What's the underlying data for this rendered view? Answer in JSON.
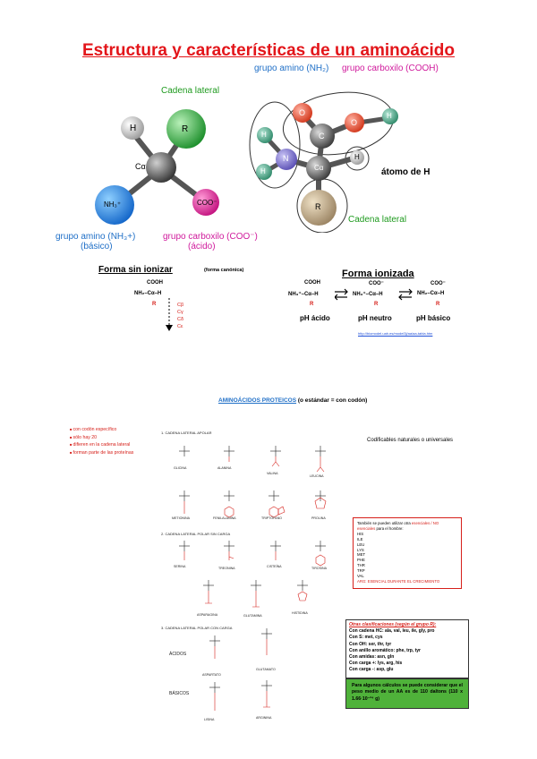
{
  "title": "Estructura y características de un aminoácido",
  "left_model": {
    "cadena_lateral": "Cadena lateral",
    "h": "H",
    "r": "R",
    "ca": "Cα",
    "nh3": "NH₃⁺",
    "coo": "COO⁻",
    "grupo_amino": "grupo amino (NH₃+)",
    "basico": "(básico)",
    "grupo_carboxilo": "grupo carboxilo (COO⁻)",
    "acido": "(ácido)"
  },
  "right_model": {
    "grupo_amino": "grupo amino (NH₂)",
    "grupo_carboxilo": "grupo carboxilo (COOH)",
    "atomo_h": "átomo de H",
    "cadena_lateral": "Cadena lateral",
    "o1": "O",
    "o2": "O",
    "h_oh": "H",
    "c": "C",
    "n": "N",
    "h_n1": "H",
    "h_n2": "H",
    "h_ca": "H",
    "ca": "Cα",
    "r": "R"
  },
  "forms": {
    "sin_ionizar": "Forma sin ionizar",
    "forma_canonica": "(forma canónica)",
    "ionizada": "Forma ionizada",
    "cooh": "COOH",
    "nh2_ca_h": "NH₂–Cα–H",
    "r": "R",
    "greek": [
      "Cβ",
      "Cγ",
      "Cδ",
      "Cε"
    ],
    "coo": "COO⁻",
    "nh3_ca_h": "NH₃⁺–Cα–H",
    "ph_acido": "pH ácido",
    "ph_neutro": "pH neutro",
    "ph_basico": "pH básico",
    "url": "http://biomodel.uah.es/model3j/aa/aa-tabla.htm"
  },
  "lower": {
    "heading": "AMINOÁCIDOS PROTEICOS",
    "heading_suffix": "(o estándar = con codón)",
    "codificables": "Codificables naturales o universales",
    "bullets": [
      "con codón específico",
      "sólo hay 20",
      "difieren en la cadena lateral",
      "forman parte de las proteínas"
    ],
    "section1": "1. CADENA LATERAL APOLAR",
    "section2": "2. CADENA LATERAL POLAR SIN CARGA",
    "section3": "3. CADENA LATERAL POLAR CON CARGA",
    "acidos": "ÁCIDOS",
    "basicos": "BÁSICOS",
    "aa_row1": [
      "GLICINA",
      "ALANINA",
      "VALINA",
      "LEUCINA"
    ],
    "aa_row2": [
      "METIONINA",
      "FENILALANINA",
      "TRIPTÓFANO",
      "PROLINA"
    ],
    "aa_row3": [
      "SERINA",
      "TREONINA",
      "CISTEÍNA",
      "TIROSINA"
    ],
    "aa_row4": [
      "ASPARAGINA",
      "GLUTAMINA",
      "HISTIDINA"
    ],
    "aa_row5": [
      "ASPARTATO",
      "GLUTAMATO"
    ],
    "aa_row6": [
      "LISINA",
      "ARGININA"
    ]
  },
  "box_esenciales": {
    "intro1": "También se pueden utilizar otra",
    "intro_red": "esenciales / NO esenciales",
    "intro2": "para el hombre:",
    "items": [
      "HIS",
      "ILE",
      "LEU",
      "LYS",
      "MET",
      "PHE",
      "THR",
      "TRP",
      "VAL"
    ],
    "arg": "ARG: ESENCIAL DURANTE EL CRECIMIENTO"
  },
  "box_otras": {
    "title": "Otras clasificaciones (según el grupo R):",
    "lines": [
      "Con cadena HC: ala, val, leu, ile, gly, pro",
      "Con S: met, cys",
      "Con OH: ser, thr, tyr",
      "Con anillo aromático: phe, trp, tyr",
      "Con amidas: asn, gln",
      "Con carga +: lys, arg, his",
      "Con carga -: asp, glu"
    ]
  },
  "box_peso": {
    "text": "Para algunos cálculos se puede considerar que el peso medio de un AA es de 110 daltons (110 x 1.66·10⁻²⁴ g)"
  },
  "colors": {
    "title": "#e3151a",
    "green": "#1e9a1e",
    "blue": "#1f6fc7",
    "magenta": "#d01a9c",
    "highlight": "#4fb23a"
  }
}
